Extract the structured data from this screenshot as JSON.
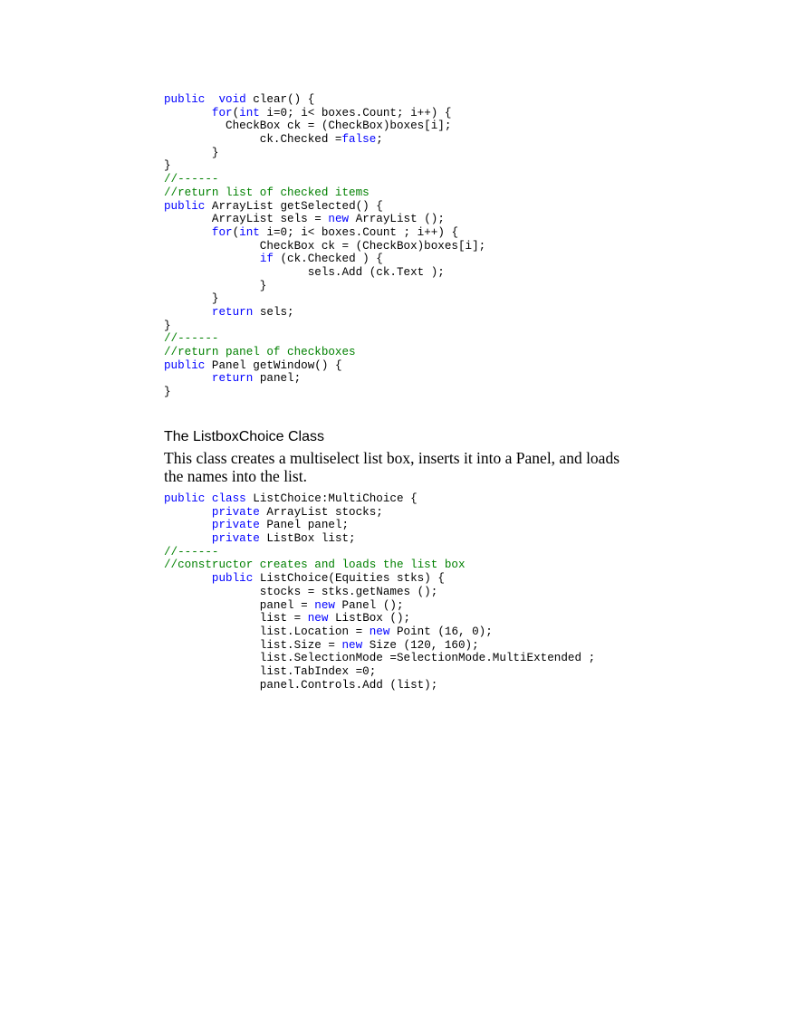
{
  "colors": {
    "keyword": "#0000ff",
    "comment": "#008000",
    "text": "#000000"
  },
  "code_block_1": [
    [
      [
        "kw",
        "public"
      ],
      [
        "",
        "  "
      ],
      [
        "kw",
        "void"
      ],
      [
        "",
        " clear() {"
      ]
    ],
    [
      [
        "",
        "       "
      ],
      [
        "kw",
        "for"
      ],
      [
        "",
        "("
      ],
      [
        "kw",
        "int"
      ],
      [
        "",
        " i=0; i< boxes.Count; i++) {"
      ]
    ],
    [
      [
        "",
        "         CheckBox ck = (CheckBox)boxes[i];"
      ]
    ],
    [
      [
        "",
        "              ck.Checked ="
      ],
      [
        "kw",
        "false"
      ],
      [
        "",
        ";"
      ]
    ],
    [
      [
        "",
        "       }"
      ]
    ],
    [
      [
        "",
        "}"
      ]
    ],
    [
      [
        "cm",
        "//------"
      ]
    ],
    [
      [
        "cm",
        "//return list of checked items"
      ]
    ],
    [
      [
        "kw",
        "public"
      ],
      [
        "",
        " ArrayList getSelected() {"
      ]
    ],
    [
      [
        "",
        "       ArrayList sels = "
      ],
      [
        "kw",
        "new"
      ],
      [
        "",
        " ArrayList ();"
      ]
    ],
    [
      [
        "",
        "       "
      ],
      [
        "kw",
        "for"
      ],
      [
        "",
        "("
      ],
      [
        "kw",
        "int"
      ],
      [
        "",
        " i=0; i< boxes.Count ; i++) {"
      ]
    ],
    [
      [
        "",
        "              CheckBox ck = (CheckBox)boxes[i];"
      ]
    ],
    [
      [
        "",
        "              "
      ],
      [
        "kw",
        "if"
      ],
      [
        "",
        " (ck.Checked ) {"
      ]
    ],
    [
      [
        "",
        "                     sels.Add (ck.Text );"
      ]
    ],
    [
      [
        "",
        "              }"
      ]
    ],
    [
      [
        "",
        "       }"
      ]
    ],
    [
      [
        "",
        "       "
      ],
      [
        "kw",
        "return"
      ],
      [
        "",
        " sels;"
      ]
    ],
    [
      [
        "",
        "}"
      ]
    ],
    [
      [
        "cm",
        "//------"
      ]
    ],
    [
      [
        "cm",
        "//return panel of checkboxes"
      ]
    ],
    [
      [
        "kw",
        "public"
      ],
      [
        "",
        " Panel getWindow() {"
      ]
    ],
    [
      [
        "",
        "       "
      ],
      [
        "kw",
        "return"
      ],
      [
        "",
        " panel;"
      ]
    ],
    [
      [
        "",
        "}"
      ]
    ]
  ],
  "section": {
    "heading": "The ListboxChoice Class",
    "paragraph": "This class creates a multiselect list box, inserts it into a Panel, and loads the names into the list."
  },
  "code_block_2": [
    [
      [
        "kw",
        "public"
      ],
      [
        "",
        " "
      ],
      [
        "kw",
        "class"
      ],
      [
        "",
        " ListChoice:MultiChoice {"
      ]
    ],
    [
      [
        "",
        "       "
      ],
      [
        "kw",
        "private"
      ],
      [
        "",
        " ArrayList stocks;"
      ]
    ],
    [
      [
        "",
        "       "
      ],
      [
        "kw",
        "private"
      ],
      [
        "",
        " Panel panel;"
      ]
    ],
    [
      [
        "",
        "       "
      ],
      [
        "kw",
        "private"
      ],
      [
        "",
        " ListBox list;"
      ]
    ],
    [
      [
        "cm",
        "//------"
      ]
    ],
    [
      [
        "cm",
        "//constructor creates and loads the list box"
      ]
    ],
    [
      [
        "",
        "       "
      ],
      [
        "kw",
        "public"
      ],
      [
        "",
        " ListChoice(Equities stks) {"
      ]
    ],
    [
      [
        "",
        "              stocks = stks.getNames ();"
      ]
    ],
    [
      [
        "",
        "              panel = "
      ],
      [
        "kw",
        "new"
      ],
      [
        "",
        " Panel ();"
      ]
    ],
    [
      [
        "",
        "              list = "
      ],
      [
        "kw",
        "new"
      ],
      [
        "",
        " ListBox ();"
      ]
    ],
    [
      [
        "",
        "              list.Location = "
      ],
      [
        "kw",
        "new"
      ],
      [
        "",
        " Point (16, 0);"
      ]
    ],
    [
      [
        "",
        "              list.Size = "
      ],
      [
        "kw",
        "new"
      ],
      [
        "",
        " Size (120, 160);"
      ]
    ],
    [
      [
        "",
        "              list.SelectionMode =SelectionMode.MultiExtended ;"
      ]
    ],
    [
      [
        "",
        "              list.TabIndex =0;"
      ]
    ],
    [
      [
        "",
        "              panel.Controls.Add (list);"
      ]
    ]
  ]
}
